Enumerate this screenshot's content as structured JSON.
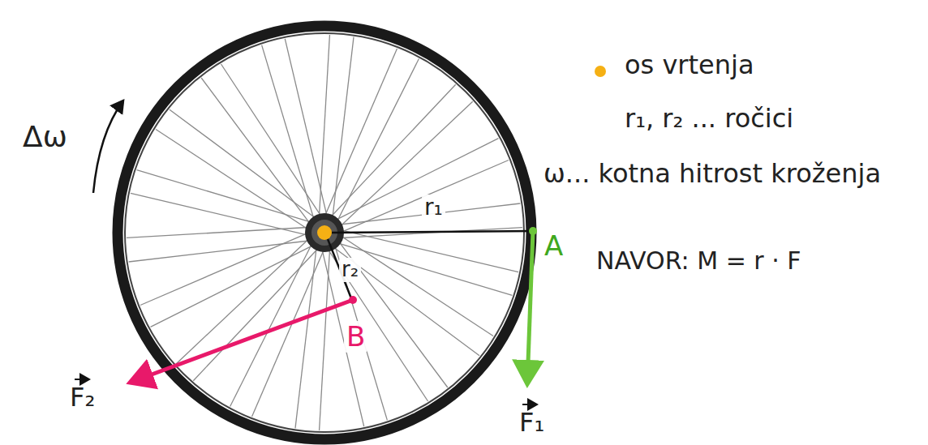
{
  "diagram": {
    "labels": [
      "Δω",
      "r₁",
      "r₂",
      "A",
      "B",
      "F₂",
      "F₁",
      "r₁, r₂ ... ročici",
      "ω... kotna hitrost kroženja",
      "NAVOR: M = r · F"
    ],
    "legend": [
      {
        "text": "os vrtenja",
        "color": "#f5b014"
      }
    ]
  }
}
